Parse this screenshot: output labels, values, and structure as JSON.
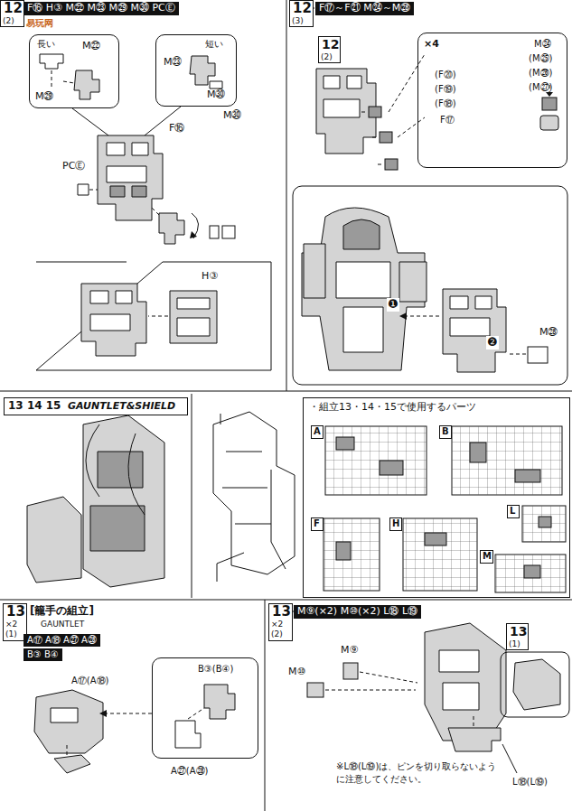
{
  "diagram": {
    "nodes": [
      {
        "text": [
          "12",
          "(2)"
        ]
      },
      {
        "text": [
          "長い",
          "M㉒",
          "M㉙"
        ]
      },
      {
        "text": [
          "短い",
          "M㉓",
          "M㉚"
        ]
      },
      {
        "text": [
          "12",
          "(3)"
        ]
      },
      {
        "text": [
          "12",
          "(2)"
        ]
      },
      {
        "text": [
          "×4",
          "M㉔",
          "(M㉕)",
          "(M㉖)",
          "(M㉗)",
          "(F⑳)",
          "(F⑲)",
          "(F⑱)",
          "F⑰"
        ]
      },
      {
        "text": [
          "13 14 15",
          "GAUNTLET&SHIELD"
        ]
      },
      {
        "text": [
          "・組立13・14・15で使用するパーツ"
        ]
      },
      {
        "text": [
          "A"
        ],
        "in": 7
      },
      {
        "text": [
          "B"
        ],
        "in": 7
      },
      {
        "text": [
          "F"
        ],
        "in": 7
      },
      {
        "text": [
          "H"
        ],
        "in": 7
      },
      {
        "text": [
          "L"
        ],
        "in": 7
      },
      {
        "text": [
          "M"
        ],
        "in": 7
      },
      {
        "text": [
          "13",
          "×2",
          "(1)"
        ]
      },
      {
        "text": [
          "B③(B④)"
        ]
      },
      {
        "text": [
          "13",
          "×2",
          "(2)"
        ]
      },
      {
        "text": [
          "13",
          "(1)"
        ]
      }
    ],
    "labels": [
      "易玩网",
      "F⑯ H③ M㉒ M㉓ M㉙ M㉚ PCⒺ",
      "F⑯",
      "PCⒺ",
      "M㉚",
      "H③",
      "F⑰～F㉑ M㉔～M㉘",
      "❶",
      "❷",
      "M㉘",
      "[籠手の組立]",
      "GAUNTLET",
      "A⑰ A⑱ A㉗ A㉘",
      "B③ B④",
      "A⑰(A⑱)",
      "A㉗(A㉘)",
      "M⑨(×2) M⑩(×2) L⑱ L⑲",
      "M⑩",
      "M⑨",
      "L⑱(L⑲)",
      "※L⑱(L⑲)は、ピンを切り取らないように注意してください。"
    ]
  }
}
